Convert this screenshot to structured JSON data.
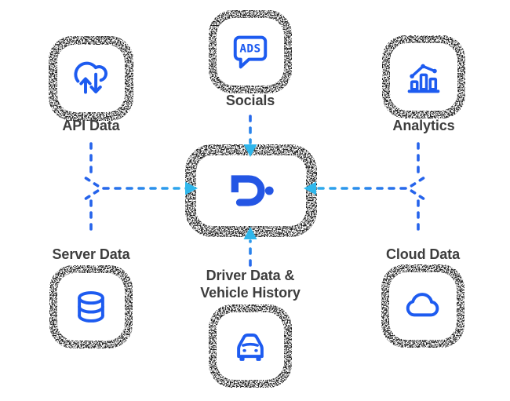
{
  "diagram": {
    "description": "Six data sources connected by dashed arrows into a central D-dot logo hub",
    "hub": {
      "name": "hub",
      "logo": "d-dot-logo",
      "logo_color": "#2456e4"
    },
    "nodes": [
      {
        "id": "api-data",
        "label": "API Data",
        "icon": "cloud-upload-download-icon",
        "label_position": "below"
      },
      {
        "id": "socials",
        "label": "Socials",
        "icon": "ads-chat-bubble-icon",
        "icon_text": "ADS",
        "label_position": "below"
      },
      {
        "id": "analytics",
        "label": "Analytics",
        "icon": "bar-line-chart-icon",
        "label_position": "below"
      },
      {
        "id": "server-data",
        "label": "Server Data",
        "icon": "database-icon",
        "label_position": "above"
      },
      {
        "id": "driver-data",
        "label": "Driver Data & Vehicle History",
        "label_lines": [
          "Driver Data &",
          "Vehicle History"
        ],
        "icon": "car-icon",
        "label_position": "above"
      },
      {
        "id": "cloud-data",
        "label": "Cloud Data",
        "icon": "cloud-icon",
        "label_position": "above"
      }
    ],
    "connectors": [
      {
        "from": "api-data",
        "to": "hub",
        "style": "dashed-arrow"
      },
      {
        "from": "socials",
        "to": "hub",
        "style": "dashed-arrow"
      },
      {
        "from": "analytics",
        "to": "hub",
        "style": "dashed-arrow"
      },
      {
        "from": "server-data",
        "to": "hub",
        "style": "dashed-arrow"
      },
      {
        "from": "driver-data",
        "to": "hub",
        "style": "dashed-arrow"
      },
      {
        "from": "cloud-data",
        "to": "hub",
        "style": "dashed-arrow"
      }
    ],
    "colors": {
      "icon_stroke": "#1d5bf0",
      "dash_blue": "#2563eb",
      "arrow_cyan": "#2fb7ec",
      "label_text": "#3d3d3d",
      "speckle": "#161616",
      "card_background": "#ffffff",
      "page_background": "#ffffff"
    }
  }
}
